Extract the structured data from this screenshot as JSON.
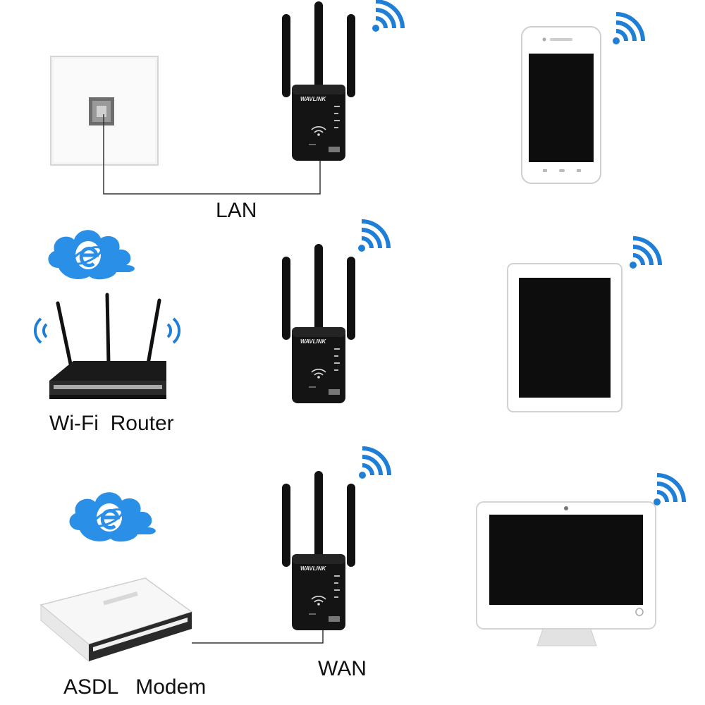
{
  "labels": {
    "lan": "LAN",
    "wan": "WAN",
    "router": "Wi-Fi  Router",
    "modem": "ASDL   Modem"
  },
  "brand": "WAVLINK",
  "colors": {
    "wifi_blue": "#1f7fd6",
    "cloud_blue": "#2a8fe6",
    "device_black": "#111111",
    "panel_white": "#f4f4f4",
    "line_gray": "#333333"
  }
}
